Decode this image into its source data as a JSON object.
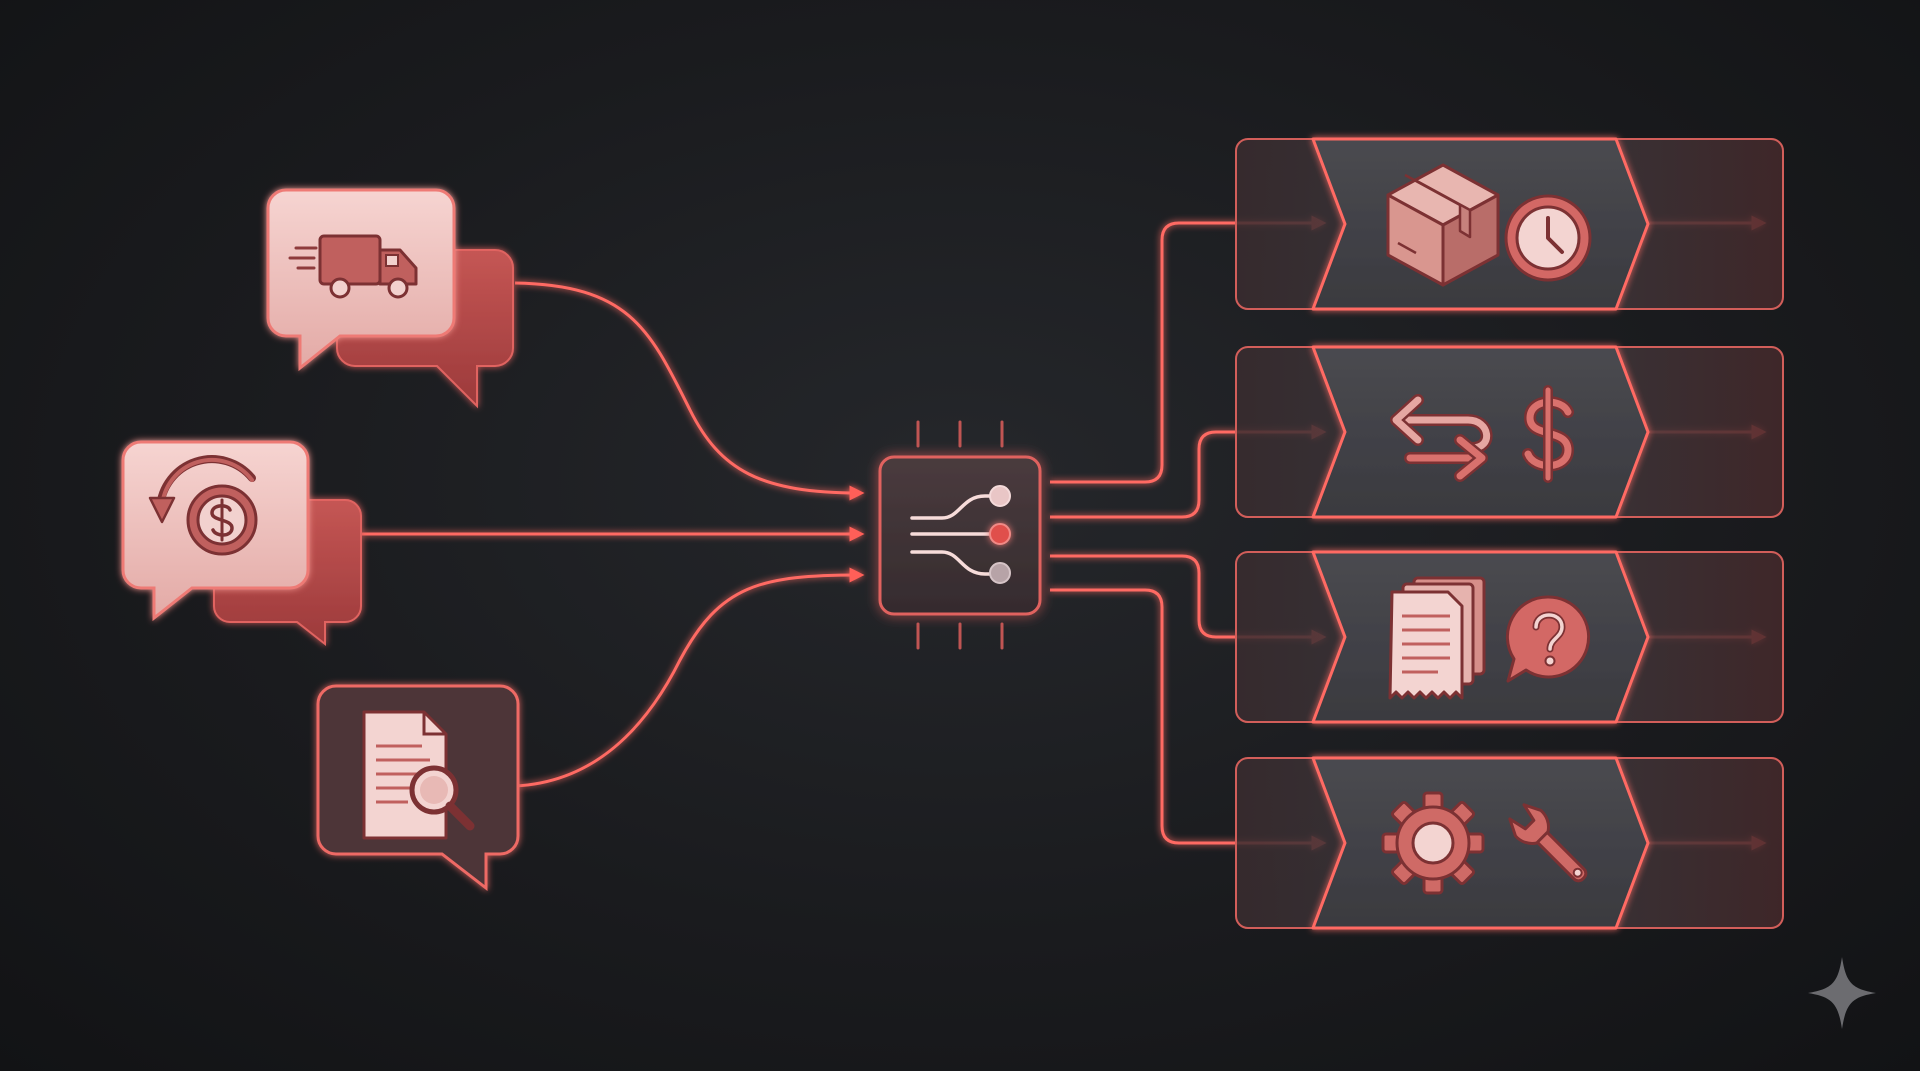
{
  "diagram": {
    "type": "routing-flow",
    "accent_color": "#f0605a",
    "background_color": "#1a1b1e",
    "inputs": [
      {
        "id": "shipping",
        "icons": [
          "delivery-truck-icon"
        ]
      },
      {
        "id": "refund",
        "icons": [
          "refund-dollar-icon"
        ]
      },
      {
        "id": "document",
        "icons": [
          "document-search-icon"
        ]
      }
    ],
    "router": {
      "icon": "router-chip-icon",
      "indicator_colors": [
        "#e9c6c6",
        "#e0504c",
        "#b7a3a7"
      ]
    },
    "outputs": [
      {
        "id": "order-tracking",
        "icons": [
          "package-box-icon",
          "clock-icon"
        ]
      },
      {
        "id": "returns-billing",
        "icons": [
          "exchange-arrows-icon",
          "dollar-sign-icon"
        ]
      },
      {
        "id": "documents-help",
        "icons": [
          "documents-icon",
          "question-bubble-icon"
        ]
      },
      {
        "id": "technical-support",
        "icons": [
          "gear-icon",
          "wrench-icon"
        ]
      }
    ],
    "watermark_icon": "sparkle-icon"
  }
}
